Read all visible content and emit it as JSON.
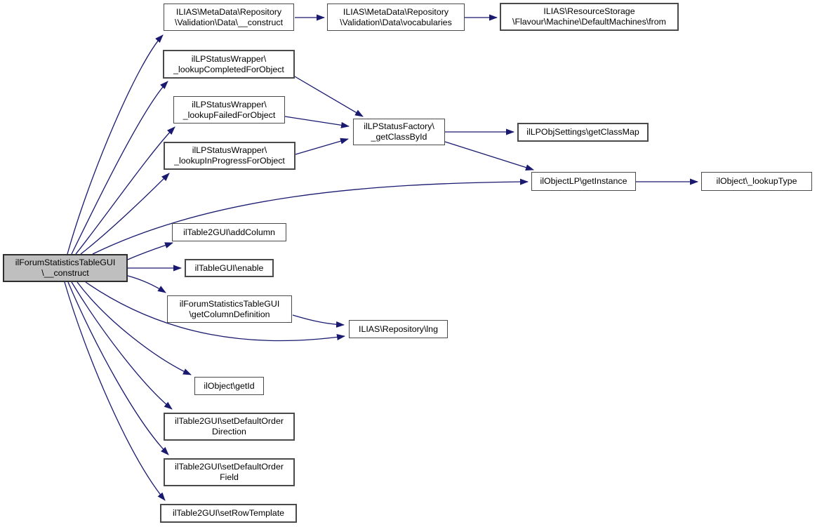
{
  "diagram": {
    "type": "doxygen-call-graph",
    "colors": {
      "edge": "#191970",
      "node_fill": "#ffffff",
      "node_border": "#4a4a4a",
      "root_fill": "#bfbfbf",
      "background": "#ffffff"
    },
    "nodes": [
      {
        "id": "root",
        "role": "current-function",
        "lines": [
          "ilForumStatisticsTableGUI",
          "\\__construct"
        ]
      },
      {
        "id": "md-construct",
        "lines": [
          "ILIAS\\MetaData\\Repository",
          "\\Validation\\Data\\__construct"
        ]
      },
      {
        "id": "md-vocabularies",
        "lines": [
          "ILIAS\\MetaData\\Repository",
          "\\Validation\\Data\\vocabularies"
        ]
      },
      {
        "id": "rs-from",
        "lines": [
          "ILIAS\\ResourceStorage",
          "\\Flavour\\Machine\\DefaultMachines\\from"
        ]
      },
      {
        "id": "lookup-completed",
        "lines": [
          "ilLPStatusWrapper\\",
          "_lookupCompletedForObject"
        ]
      },
      {
        "id": "lookup-failed",
        "lines": [
          "ilLPStatusWrapper\\",
          "_lookupFailedForObject"
        ]
      },
      {
        "id": "lookup-inprogress",
        "lines": [
          "ilLPStatusWrapper\\",
          "_lookupInProgressForObject"
        ]
      },
      {
        "id": "get-class-by-id",
        "lines": [
          "ilLPStatusFactory\\",
          "_getClassById"
        ]
      },
      {
        "id": "get-class-map",
        "lines": [
          "ilLPObjSettings\\getClassMap"
        ]
      },
      {
        "id": "get-instance",
        "lines": [
          "ilObjectLP\\getInstance"
        ]
      },
      {
        "id": "lookup-type",
        "lines": [
          "ilObject\\_lookupType"
        ]
      },
      {
        "id": "add-column",
        "lines": [
          "ilTable2GUI\\addColumn"
        ]
      },
      {
        "id": "enable",
        "lines": [
          "ilTableGUI\\enable"
        ]
      },
      {
        "id": "get-column-definition",
        "lines": [
          "ilForumStatisticsTableGUI",
          "\\getColumnDefinition"
        ]
      },
      {
        "id": "lng",
        "lines": [
          "ILIAS\\Repository\\lng"
        ]
      },
      {
        "id": "get-id",
        "lines": [
          "ilObject\\getId"
        ]
      },
      {
        "id": "set-default-order-direction",
        "lines": [
          "ilTable2GUI\\setDefaultOrder",
          "Direction"
        ]
      },
      {
        "id": "set-default-order-field",
        "lines": [
          "ilTable2GUI\\setDefaultOrder",
          "Field"
        ]
      },
      {
        "id": "set-row-template",
        "lines": [
          "ilTable2GUI\\setRowTemplate"
        ]
      }
    ],
    "edges": [
      {
        "from": "root",
        "to": "md-construct"
      },
      {
        "from": "root",
        "to": "lookup-completed"
      },
      {
        "from": "root",
        "to": "lookup-failed"
      },
      {
        "from": "root",
        "to": "lookup-inprogress"
      },
      {
        "from": "root",
        "to": "get-instance"
      },
      {
        "from": "root",
        "to": "add-column"
      },
      {
        "from": "root",
        "to": "enable"
      },
      {
        "from": "root",
        "to": "get-column-definition"
      },
      {
        "from": "root",
        "to": "lng"
      },
      {
        "from": "root",
        "to": "get-id"
      },
      {
        "from": "root",
        "to": "set-default-order-direction"
      },
      {
        "from": "root",
        "to": "set-default-order-field"
      },
      {
        "from": "root",
        "to": "set-row-template"
      },
      {
        "from": "md-construct",
        "to": "md-vocabularies"
      },
      {
        "from": "md-vocabularies",
        "to": "rs-from"
      },
      {
        "from": "lookup-completed",
        "to": "get-class-by-id"
      },
      {
        "from": "lookup-failed",
        "to": "get-class-by-id"
      },
      {
        "from": "lookup-inprogress",
        "to": "get-class-by-id"
      },
      {
        "from": "get-class-by-id",
        "to": "get-class-map"
      },
      {
        "from": "get-class-by-id",
        "to": "get-instance"
      },
      {
        "from": "get-instance",
        "to": "lookup-type"
      },
      {
        "from": "get-column-definition",
        "to": "lng"
      }
    ]
  }
}
